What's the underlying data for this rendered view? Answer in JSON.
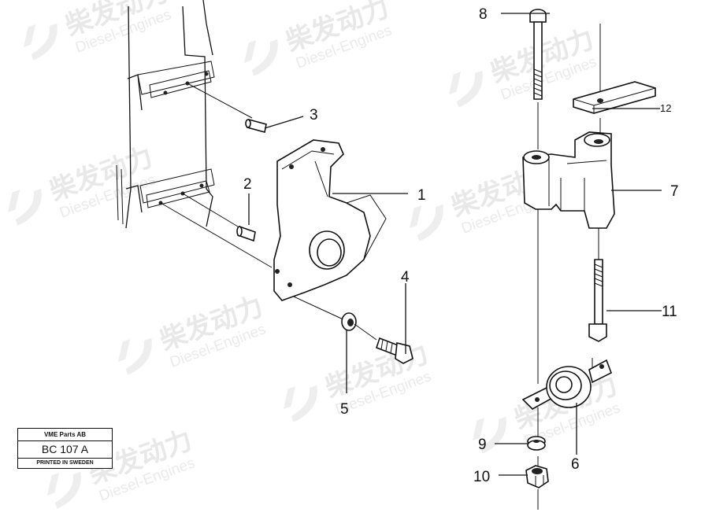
{
  "watermark": {
    "cn": "柴发动力",
    "en": "Diesel-Engines"
  },
  "callouts": {
    "c1": "1",
    "c2": "2",
    "c3": "3",
    "c4": "4",
    "c5": "5",
    "c6": "6",
    "c7": "7",
    "c8": "8",
    "c9": "9",
    "c10": "10",
    "c11": "11",
    "c12": "12"
  },
  "stamp": {
    "company": "VME Parts AB",
    "code": "BC 107 A",
    "printed": "PRINTED IN SWEDEN"
  },
  "colors": {
    "ink": "#111111",
    "watermark": "#e8e8e8",
    "background": "#ffffff"
  }
}
